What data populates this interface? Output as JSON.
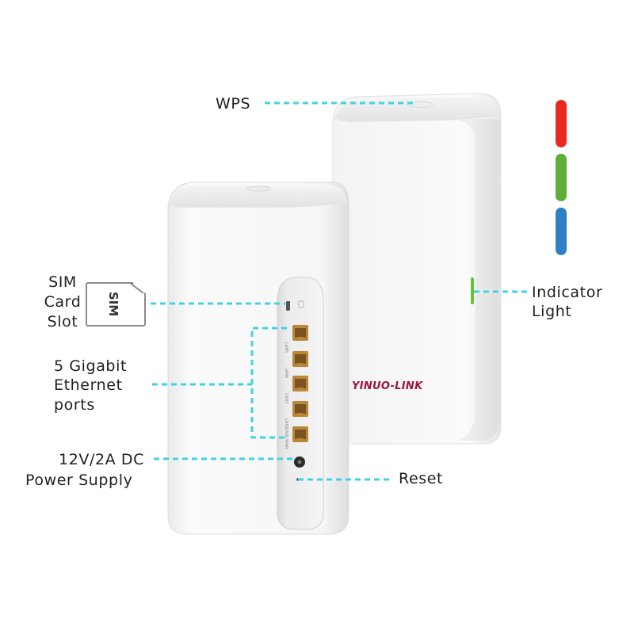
{
  "labels": {
    "wps": "WPS",
    "sim_line1": "SIM",
    "sim_line2": "Card",
    "sim_line3": "Slot",
    "eth_line1": "5 Gigabit",
    "eth_line2": "Ethernet",
    "eth_line3": "ports",
    "power_line1": "12V/2A DC",
    "power_line2": "Power Supply",
    "reset": "Reset",
    "indicator_line1": "Indicator",
    "indicator_line2": "Light"
  },
  "sim_card_text": "SIM",
  "brand": "YINUO-LINK",
  "port_labels": [
    "LAN5",
    "LAN4",
    "LAN3",
    "LAN2",
    "LAN1/WAN"
  ],
  "colors": {
    "leader_line": "#3fd4e4",
    "indicator_red": "#e8291f",
    "indicator_green": "#5fae38",
    "indicator_blue": "#2f7fc6",
    "port_gold": "#b8873a",
    "brand": "#9b1440"
  }
}
